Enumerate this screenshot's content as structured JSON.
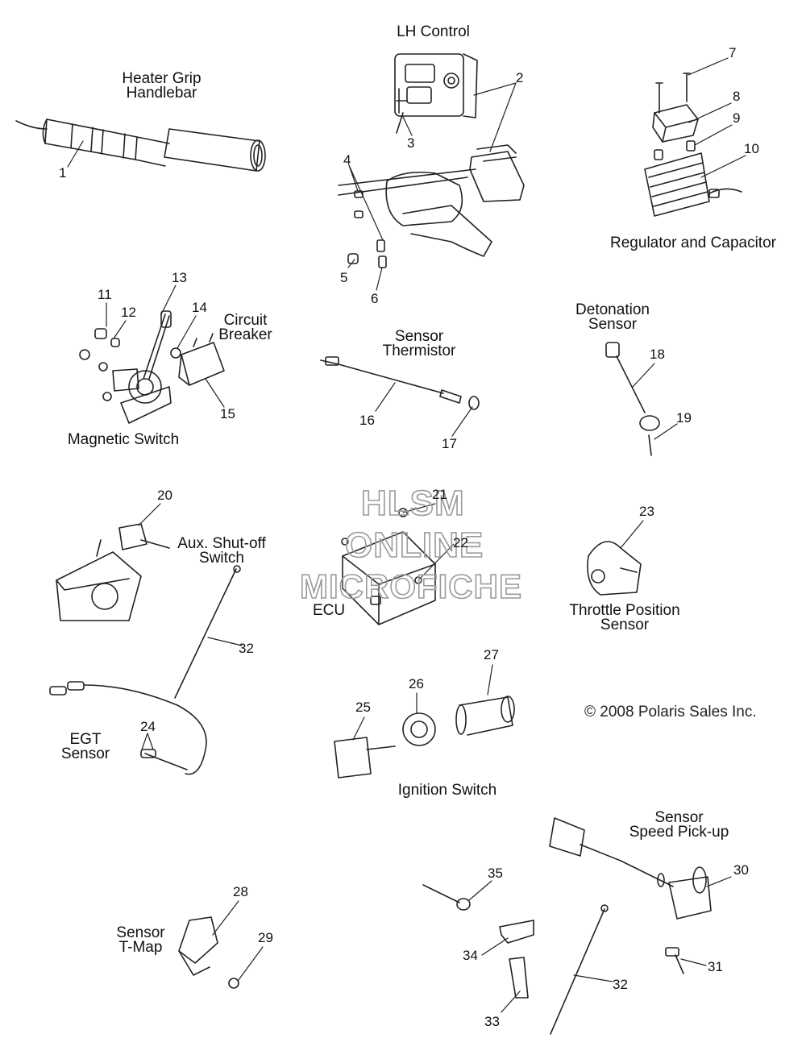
{
  "labels": {
    "heater_grip": "Heater Grip\nHandlebar",
    "lh_control": "LH Control",
    "regulator": "Regulator and Capacitor",
    "circuit_breaker": "Circuit\nBreaker",
    "magnetic_switch": "Magnetic Switch",
    "sensor_thermistor": "Sensor\nThermistor",
    "detonation_sensor": "Detonation\nSensor",
    "aux_shutoff": "Aux. Shut-off\nSwitch",
    "ecu": "ECU",
    "throttle_position": "Throttle Position\nSensor",
    "egt_sensor": "EGT\nSensor",
    "ignition_switch": "Ignition Switch",
    "speed_pickup": "Sensor\nSpeed Pick-up",
    "tmap": "Sensor\nT-Map"
  },
  "copyright": "© 2008 Polaris Sales Inc.",
  "watermark": {
    "line1": "HLSM",
    "line2": "ONLINE",
    "line3": "MICROFICHE"
  },
  "callouts": {
    "n1": "1",
    "n2": "2",
    "n3": "3",
    "n4": "4",
    "n5": "5",
    "n6": "6",
    "n7": "7",
    "n8": "8",
    "n9": "9",
    "n10": "10",
    "n11": "11",
    "n12": "12",
    "n13": "13",
    "n14": "14",
    "n15": "15",
    "n16": "16",
    "n17": "17",
    "n18": "18",
    "n19": "19",
    "n20": "20",
    "n21": "21",
    "n22": "22",
    "n23": "23",
    "n24": "24",
    "n25": "25",
    "n26": "26",
    "n27": "27",
    "n28": "28",
    "n29": "29",
    "n30": "30",
    "n31": "31",
    "n32a": "32",
    "n32b": "32",
    "n33": "33",
    "n34": "34",
    "n35": "35"
  }
}
